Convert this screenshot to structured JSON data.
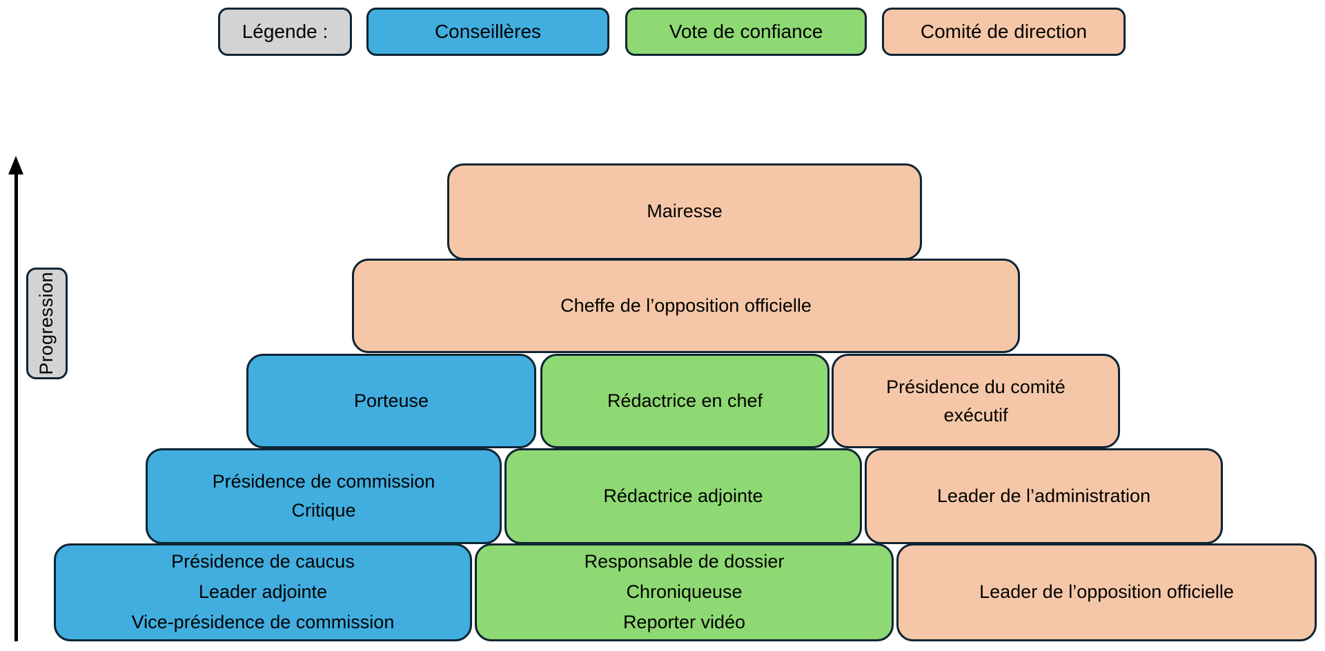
{
  "colors": {
    "blue": "#41aedf",
    "green": "#8ed973",
    "salmon": "#f5c7a8",
    "gray": "#d3d3d3",
    "outline": "#0e2433",
    "arrow": "#000000"
  },
  "legend": {
    "title": "Légende :",
    "items": [
      {
        "label": "Conseillères",
        "color": "#41aedf"
      },
      {
        "label": "Vote de confiance",
        "color": "#8ed973"
      },
      {
        "label": "Comité de direction",
        "color": "#f5c7a8"
      }
    ]
  },
  "axis": {
    "label": "Progression",
    "direction": "up"
  },
  "pyramid": {
    "rows": [
      {
        "level": 1,
        "boxes": [
          {
            "label": "Mairesse",
            "category": "Comité de direction",
            "color": "#f5c7a8"
          }
        ]
      },
      {
        "level": 2,
        "boxes": [
          {
            "label": "Cheffe de l’opposition officielle",
            "category": "Comité de direction",
            "color": "#f5c7a8"
          }
        ]
      },
      {
        "level": 3,
        "boxes": [
          {
            "label": "Porteuse",
            "category": "Conseillères",
            "color": "#41aedf"
          },
          {
            "label": "Rédactrice en chef",
            "category": "Vote de confiance",
            "color": "#8ed973"
          },
          {
            "label": "Présidence du comité\nexécutif",
            "category": "Comité de direction",
            "color": "#f5c7a8"
          }
        ]
      },
      {
        "level": 4,
        "boxes": [
          {
            "label": "Présidence de commission\nCritique",
            "category": "Conseillères",
            "color": "#41aedf"
          },
          {
            "label": "Rédactrice adjointe",
            "category": "Vote de confiance",
            "color": "#8ed973"
          },
          {
            "label": "Leader de l’administration",
            "category": "Comité de direction",
            "color": "#f5c7a8"
          }
        ]
      },
      {
        "level": 5,
        "boxes": [
          {
            "label": "Présidence de caucus\nLeader adjointe\nVice-présidence de commission",
            "category": "Conseillères",
            "color": "#41aedf"
          },
          {
            "label": "Responsable de dossier\nChroniqueuse\nReporter vidéo",
            "category": "Vote de confiance",
            "color": "#8ed973"
          },
          {
            "label": "Leader de l’opposition officielle",
            "category": "Comité de direction",
            "color": "#f5c7a8"
          }
        ]
      }
    ]
  }
}
